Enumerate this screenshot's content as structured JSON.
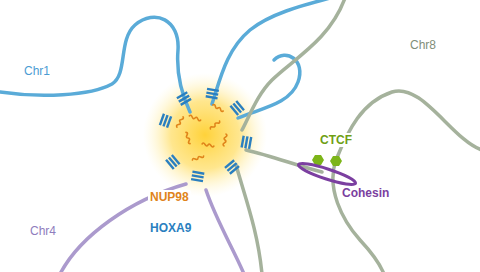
{
  "diagram": {
    "labels": [
      "Chr1",
      "Chr8",
      "NUP98",
      "CTCF",
      "HOXA9",
      "Cohesin",
      "Chr4"
    ]
  }
}
